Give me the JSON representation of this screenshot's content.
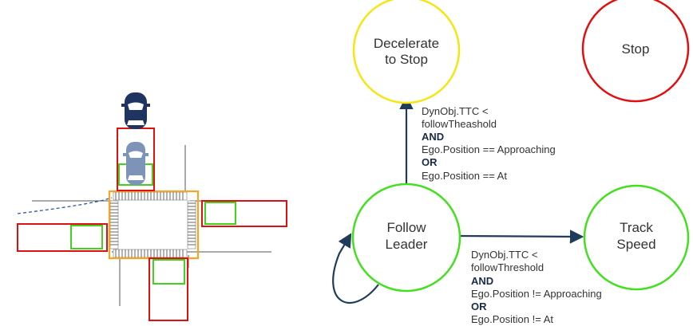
{
  "colors": {
    "state_decelerate": "#f5e612",
    "state_stop": "#e01010",
    "state_follow": "#44e020",
    "state_track": "#44e020",
    "arrow": "#1f3c5a",
    "zone_red": "#e01010",
    "zone_green": "#44d020",
    "zone_orange": "#f5a623",
    "car_dark": "#1f3460",
    "car_light": "#7d93b8"
  },
  "states": {
    "decelerate": {
      "line1": "Decelerate",
      "line2": "to Stop"
    },
    "stop": {
      "line1": "Stop"
    },
    "follow": {
      "line1": "Follow",
      "line2": "Leader"
    },
    "track": {
      "line1": "Track",
      "line2": "Speed"
    }
  },
  "transition_to_decelerate": {
    "l1": "DynObj.TTC <",
    "l2": "followTheashold",
    "l3": "AND",
    "l4": "Ego.Position == Approaching",
    "l5": "OR",
    "l6": "Ego.Position == At"
  },
  "transition_to_track": {
    "l1": "DynObj.TTC <",
    "l2": "followThreshold",
    "l3": "AND",
    "l4": "Ego.Position != Approaching",
    "l5": "OR",
    "l6": "Ego.Position != At"
  }
}
